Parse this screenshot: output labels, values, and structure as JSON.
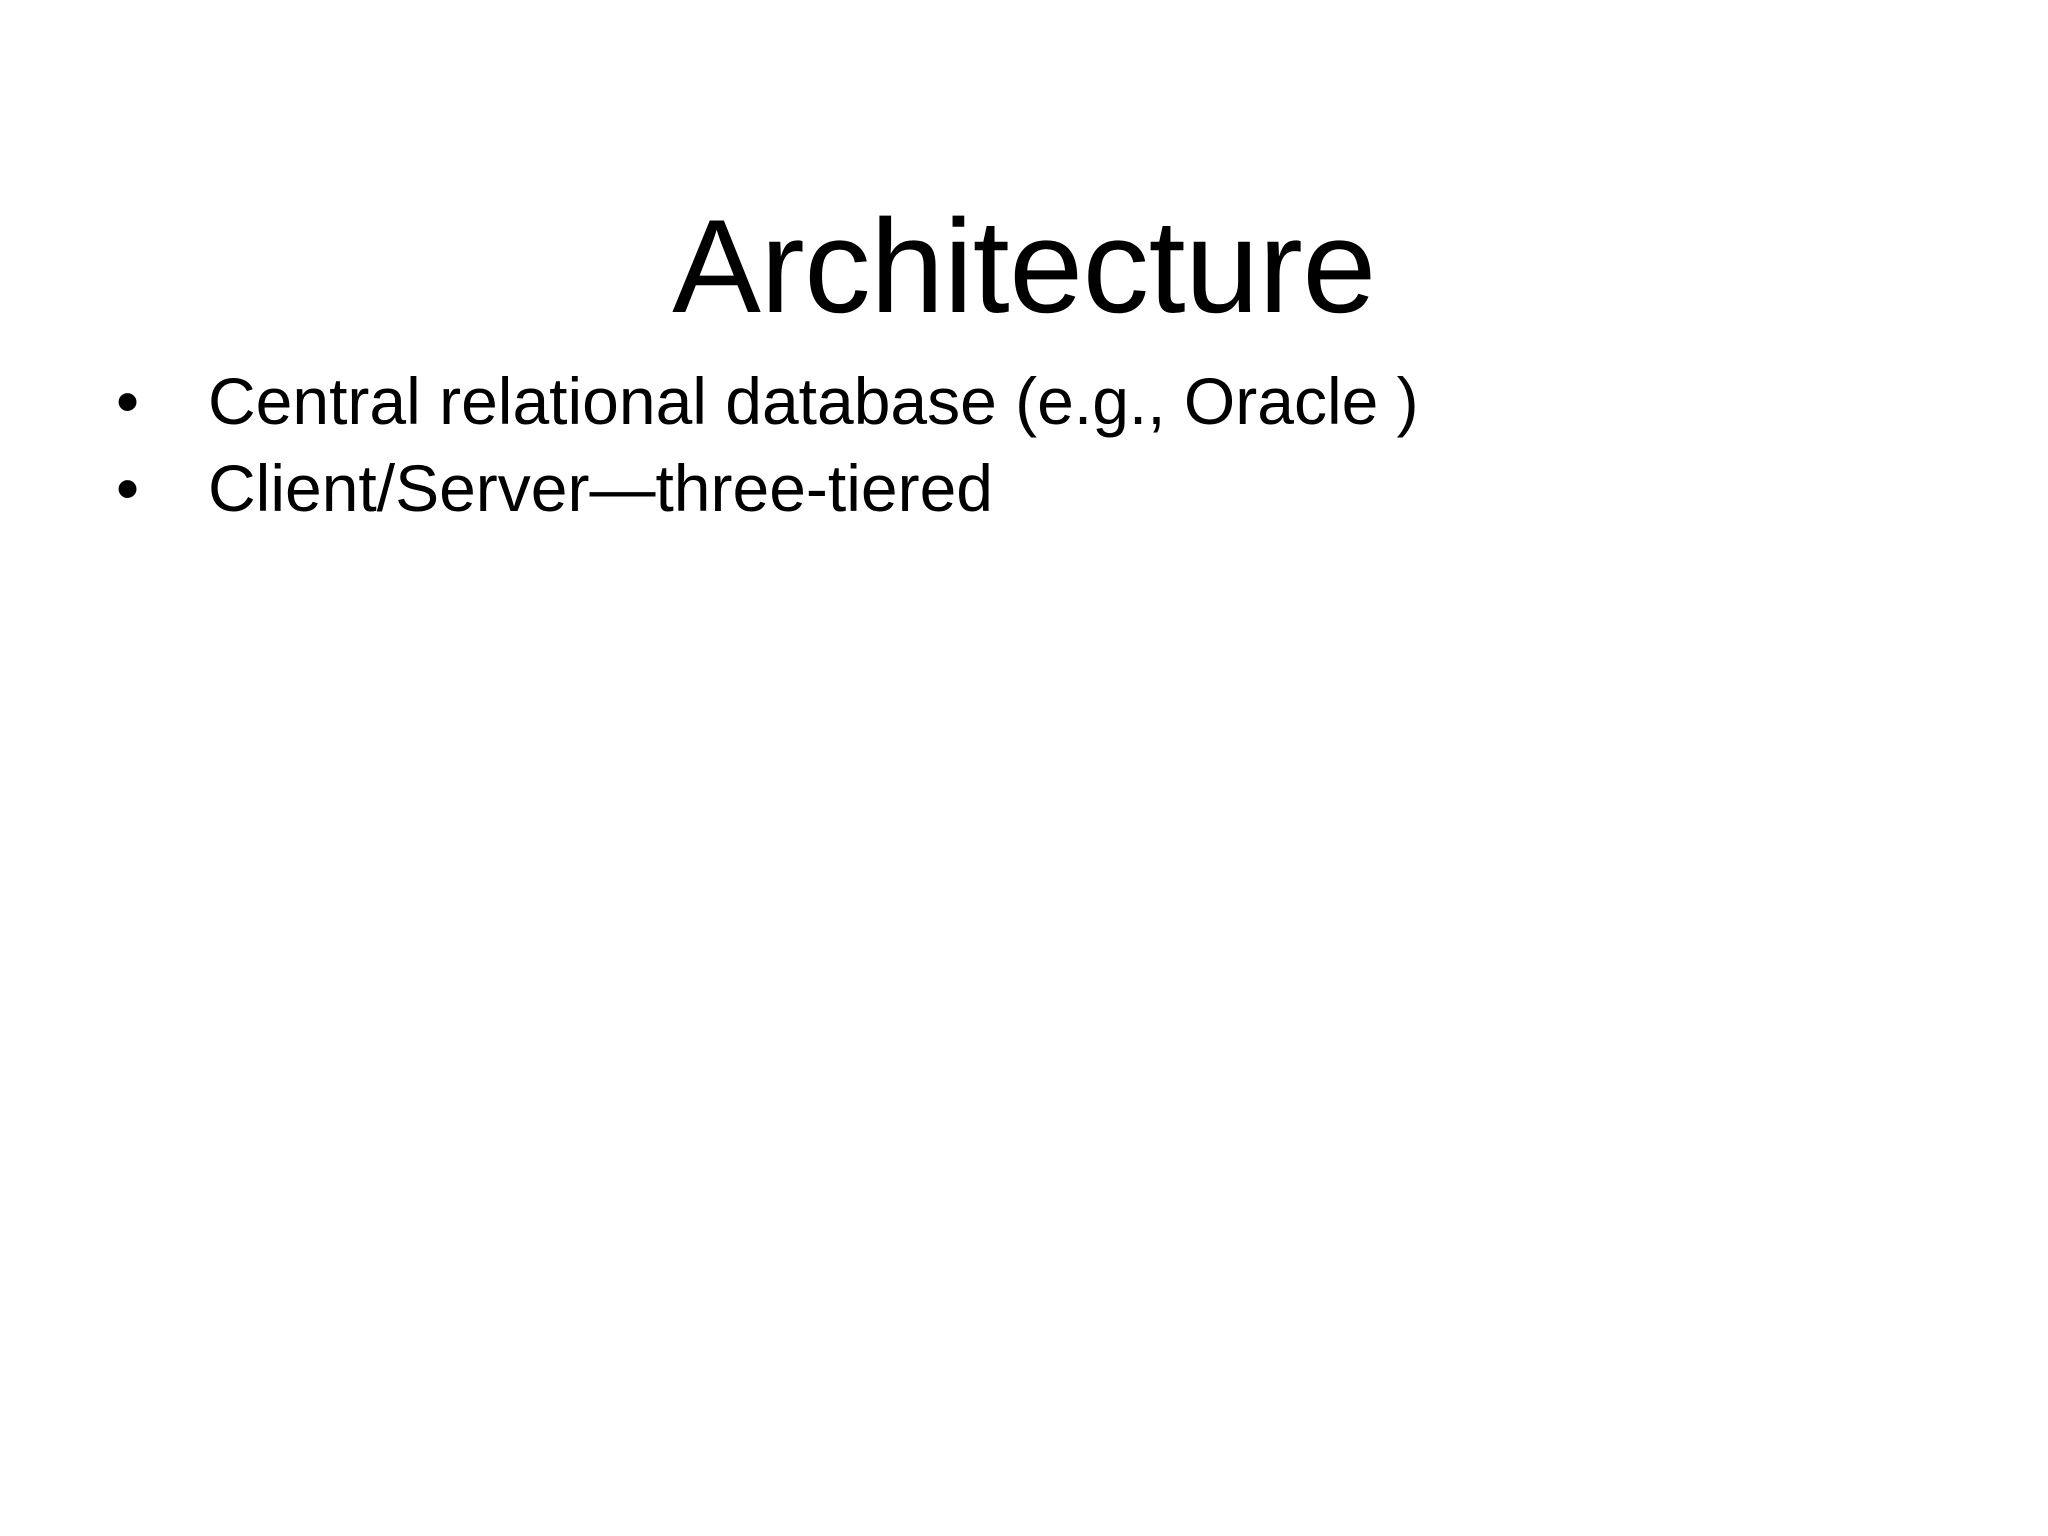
{
  "slide": {
    "background_color": "#ffffff",
    "text_color": "#000000",
    "title": "Architecture",
    "bullets": [
      {
        "marker": "•",
        "text": "Central relational database (e.g., Oracle )"
      },
      {
        "marker": "•",
        "text": "Client/Server—three-tiered"
      }
    ]
  }
}
